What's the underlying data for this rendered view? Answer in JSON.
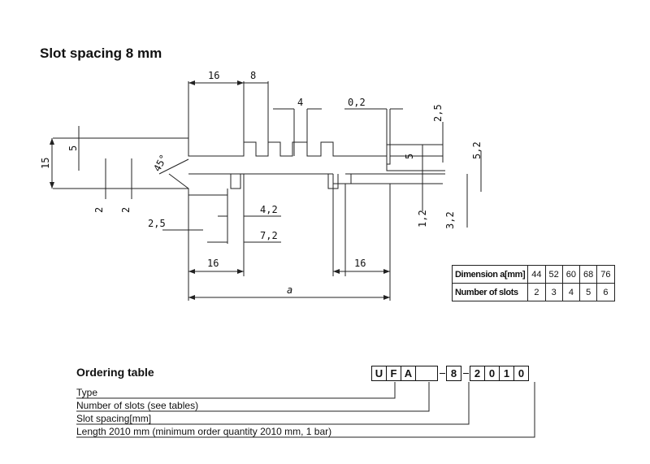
{
  "title": "Slot spacing 8 mm",
  "dimensions": {
    "top_16": "16",
    "top_8": "8",
    "slot_4": "4",
    "gap_0_2": "0,2",
    "right_2_5": "2,5",
    "right_5": "5",
    "right_5_2": "5,2",
    "left_15": "15",
    "left_5": "5",
    "angle_45": "45°",
    "left_2a": "2",
    "left_2b": "2",
    "left_2_5": "2,5",
    "mid_4_2": "4,2",
    "mid_7_2": "7,2",
    "right_1_2": "1,2",
    "right_3_2": "3,2",
    "bottom_16_left": "16",
    "bottom_16_right": "16",
    "overall_a": "a"
  },
  "dimension_table": {
    "row1_label": "Dimension a[mm]",
    "row1_values": [
      "44",
      "52",
      "60",
      "68",
      "76"
    ],
    "row2_label": "Number of slots",
    "row2_values": [
      "2",
      "3",
      "4",
      "5",
      "6"
    ]
  },
  "ordering": {
    "title": "Ordering table",
    "code_prefix": [
      "U",
      "F",
      "A"
    ],
    "code_mid": "8",
    "code_suffix": [
      "2",
      "0",
      "1",
      "0"
    ],
    "lines": [
      "Type",
      "Number of slots (see tables)",
      "Slot spacing[mm]",
      "Length 2010 mm (minimum order quantity 2010 mm, 1 bar)"
    ]
  }
}
